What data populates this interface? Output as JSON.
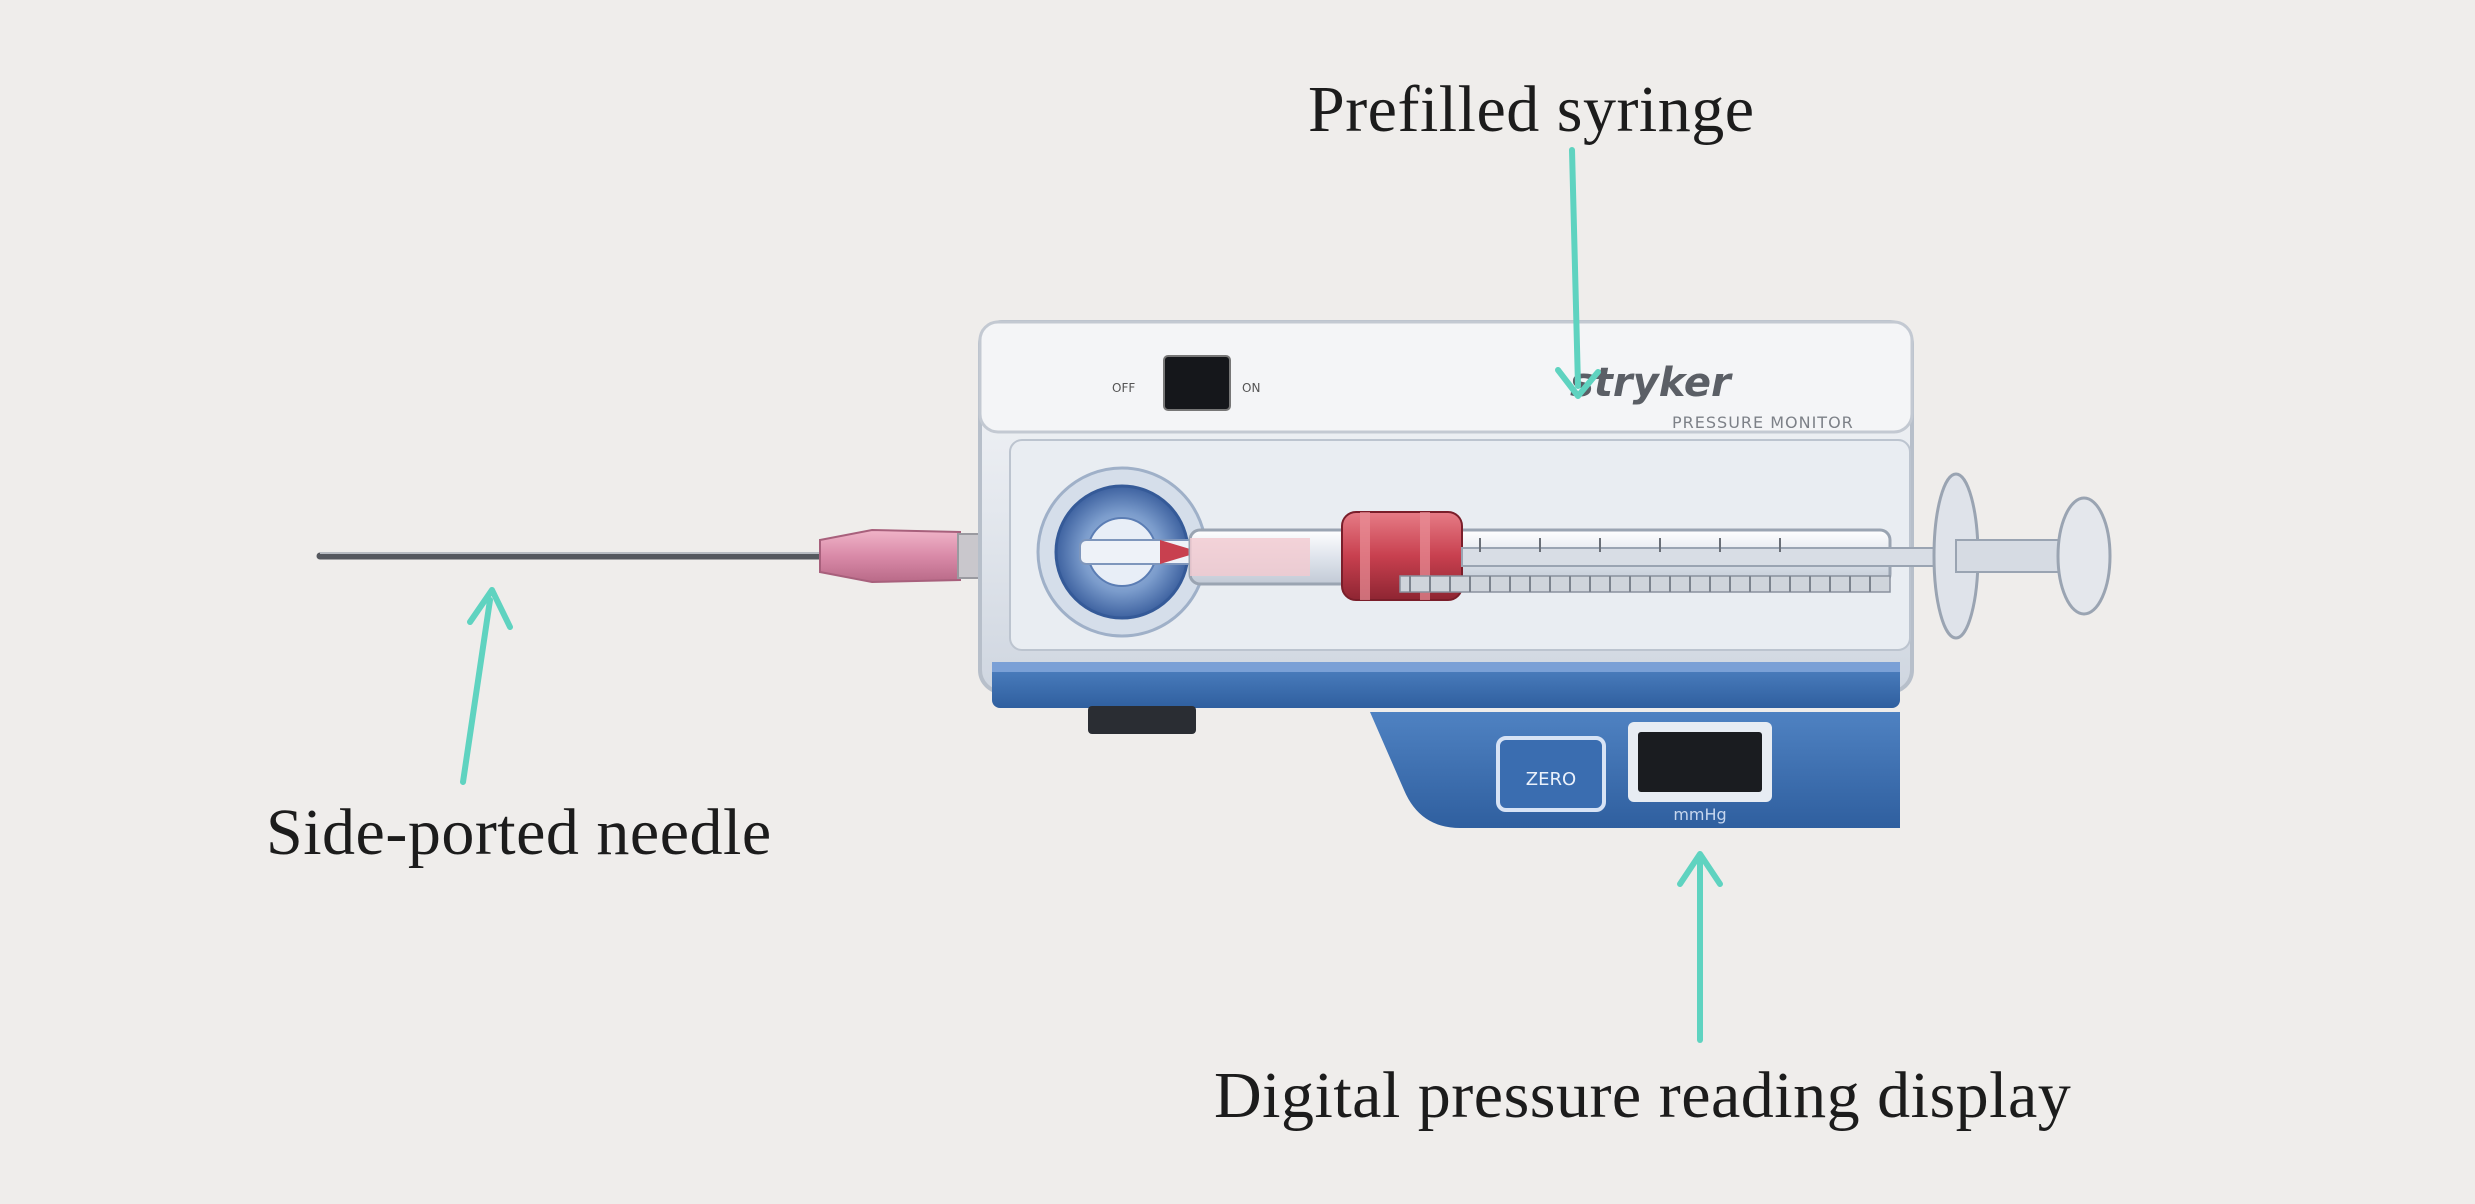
{
  "labels": {
    "prefilled_syringe": "Prefilled syringe",
    "side_ported_needle": "Side-ported needle",
    "digital_display": "Digital pressure reading display"
  },
  "device": {
    "brand": "stryker",
    "model": "PRESSURE MONITOR",
    "switch_off": "OFF",
    "switch_on": "ON",
    "zero_button": "ZERO",
    "unit": "mmHg"
  },
  "colors": {
    "background": "#efedeb",
    "arrow": "#5fd3c0",
    "device_blue": "#3d6fb0",
    "needle_hub": "#d98aa8",
    "plunger_red": "#c8404f"
  },
  "icons": [
    "arrow-up-icon",
    "arrow-down-icon"
  ]
}
